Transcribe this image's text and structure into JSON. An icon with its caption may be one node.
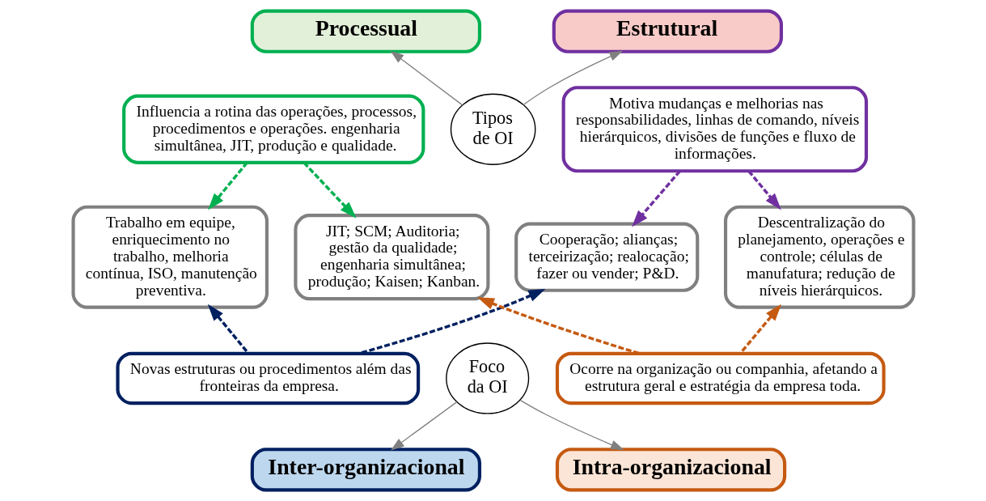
{
  "diagram": {
    "nodes": [
      {
        "text": [
          "Estrutural"
        ]
      },
      {
        "text": [
          "Motiva mudanças e melhorias nas responsabilidades, linhas de comando, níveis hierárquicos, divisões de funções e fluxo de informações."
        ]
      },
      {
        "text": [
          "Tipos de OI"
        ]
      },
      {
        "text": [
          "Processual"
        ]
      },
      {
        "text": [
          "Influencia a rotina das operações, processos, procedimentos e operações. engenharia simultânea, JIT, produção e qualidade."
        ]
      },
      {
        "text": [
          "Descentralização do planejamento, operações e controle; células de manufatura; redução de níveis hierárquicos."
        ]
      },
      {
        "text": [
          "Cooperação; alianças; terceirização; realocação; fazer ou vender; P&D."
        ]
      },
      {
        "text": [
          "JIT; SCM; Auditoria; gestão da qualidade; engenharia simultânea; produção; Kaisen; Kanban."
        ]
      },
      {
        "text": [
          "Trabalho em equipe, enriquecimento no trabalho, melhoria contínua, ISO, manutenção preventiva."
        ]
      },
      {
        "text": [
          "Ocorre na organização ou companhia, afetando a estrutura geral e estratégia da empresa toda."
        ]
      },
      {
        "text": [
          "Foco da OI"
        ]
      },
      {
        "text": [
          "Novas estruturas ou procedimentos além das fronteiras da empresa."
        ]
      },
      {
        "text": [
          "Intra-organizacional"
        ]
      },
      {
        "text": [
          "Inter-organizacional"
        ]
      }
    ],
    "edges": [
      {
        "from": 2,
        "to": 0,
        "arrow": "to",
        "color": "#808080"
      },
      {
        "from": 2,
        "to": 3,
        "arrow": "to",
        "color": "#808080"
      },
      {
        "from": 1,
        "to": 5,
        "arrow": "to",
        "style": "dashed",
        "color": "#7030a0"
      },
      {
        "from": 1,
        "to": 6,
        "arrow": "to",
        "style": "dashed",
        "color": "#7030a0"
      },
      {
        "from": 4,
        "to": 7,
        "arrow": "to",
        "style": "dashed",
        "color": "#00b050"
      },
      {
        "from": 4,
        "to": 8,
        "arrow": "to",
        "style": "dashed",
        "color": "#00b050"
      },
      {
        "from": 9,
        "to": 5,
        "arrow": "to",
        "style": "dashed",
        "color": "#c55a11"
      },
      {
        "from": 9,
        "to": 7,
        "arrow": "to",
        "style": "dashed",
        "color": "#c55a11"
      },
      {
        "from": 11,
        "to": 6,
        "arrow": "to",
        "style": "dashed",
        "color": "#002060"
      },
      {
        "from": 11,
        "to": 8,
        "arrow": "to",
        "style": "dashed",
        "color": "#002060"
      },
      {
        "from": 10,
        "to": 12,
        "arrow": "to",
        "color": "#808080"
      },
      {
        "from": 10,
        "to": 13,
        "arrow": "to",
        "color": "#808080"
      }
    ]
  }
}
